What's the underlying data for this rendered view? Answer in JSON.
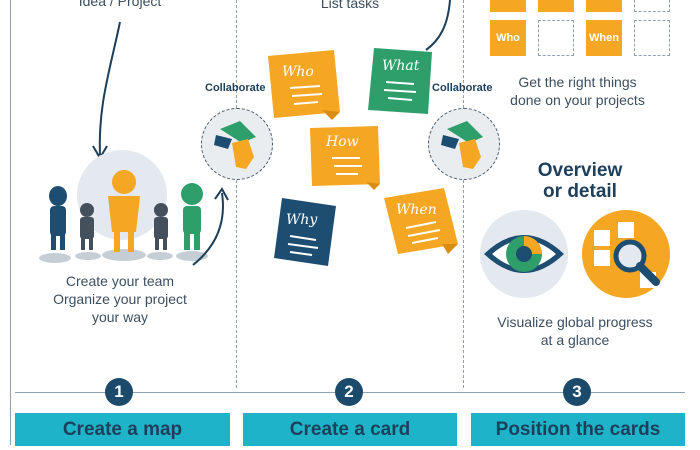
{
  "column1": {
    "top_label": "Idea / Project",
    "caption_lines": [
      "Create your team",
      "Organize your project",
      "your way"
    ],
    "step_number": "1",
    "step_label": "Create a map"
  },
  "column2": {
    "top_label": "List tasks",
    "notes": [
      "Who",
      "What",
      "How",
      "Why",
      "When"
    ],
    "step_number": "2",
    "step_label": "Create a card"
  },
  "column3": {
    "grid_labels": [
      "Who",
      "When"
    ],
    "caption_top_lines": [
      "Get the right things",
      "done on your projects"
    ],
    "overview_lines": [
      "Overview",
      "or detail"
    ],
    "caption_bottom_lines": [
      "Visualize global progress",
      "at a glance"
    ],
    "step_number": "3",
    "step_label": "Position the cards"
  },
  "collaborate_label_left": "Collaborate",
  "collaborate_label_right": "Collaborate",
  "colors": {
    "teal": "#1fb3c9",
    "navy": "#1b4a6b",
    "orange": "#f5a623",
    "green": "#2e9e6a",
    "dark_blue": "#1e4d72",
    "gray_line": "#8fa3b4"
  }
}
